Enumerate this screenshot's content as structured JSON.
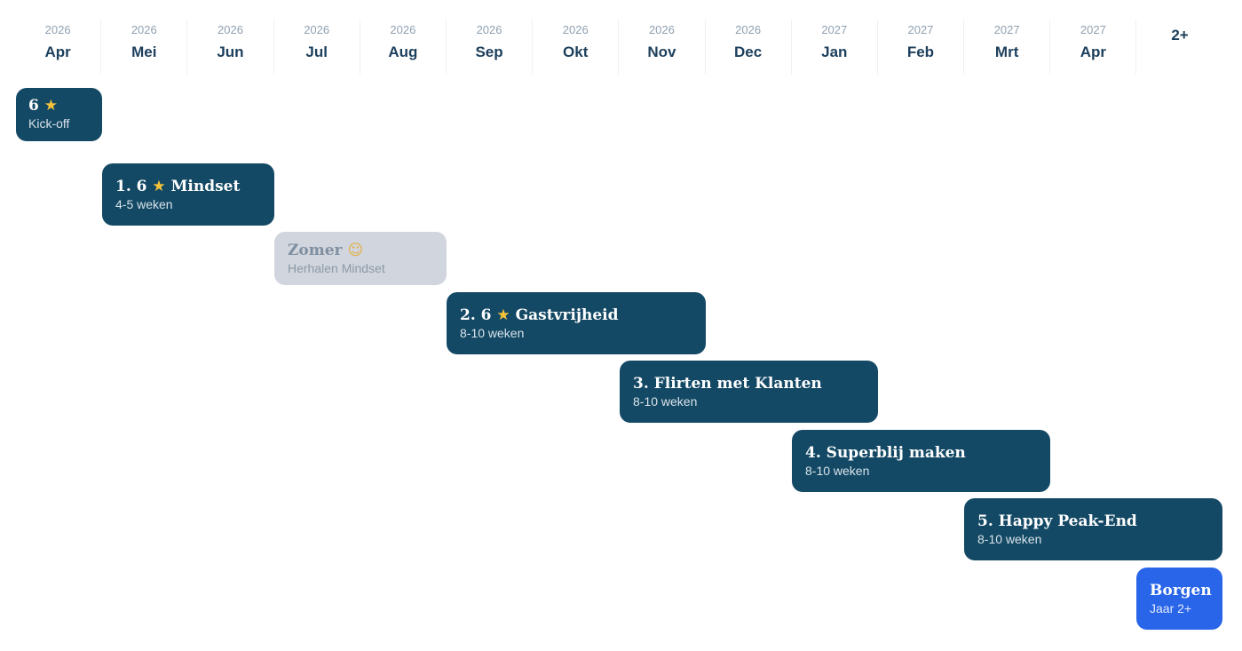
{
  "header": {
    "columns": [
      {
        "year": "2026",
        "month": "Apr"
      },
      {
        "year": "2026",
        "month": "Mei"
      },
      {
        "year": "2026",
        "month": "Jun"
      },
      {
        "year": "2026",
        "month": "Jul"
      },
      {
        "year": "2026",
        "month": "Aug"
      },
      {
        "year": "2026",
        "month": "Sep"
      },
      {
        "year": "2026",
        "month": "Okt"
      },
      {
        "year": "2026",
        "month": "Nov"
      },
      {
        "year": "2026",
        "month": "Dec"
      },
      {
        "year": "2027",
        "month": "Jan"
      },
      {
        "year": "2027",
        "month": "Feb"
      },
      {
        "year": "2027",
        "month": "Mrt"
      },
      {
        "year": "2027",
        "month": "Apr"
      }
    ],
    "last_column": "2+"
  },
  "icons": {
    "star": "star-icon",
    "smiley": "smiley-icon"
  },
  "colors": {
    "primary": "#144965",
    "faded": "#d1d5dd",
    "accent": "#2965e8",
    "star": "#f5c33a"
  },
  "tasks": {
    "kickoff": {
      "number": "6",
      "title": "",
      "subtitle": "Kick-off",
      "icon": "star"
    },
    "mindset": {
      "number": "1. 6",
      "title": "Mindset",
      "subtitle": "4-5 weken",
      "icon": "star"
    },
    "zomer": {
      "title": "Zomer",
      "subtitle": "Herhalen Mindset",
      "icon": "smiley"
    },
    "gastvrijheid": {
      "number": "2. 6",
      "title": "Gastvrijheid",
      "subtitle": "8-10 weken",
      "icon": "star"
    },
    "flirten": {
      "title": "3. Flirten met Klanten",
      "subtitle": "8-10 weken"
    },
    "superblij": {
      "title": "4. Superblij maken",
      "subtitle": "8-10 weken"
    },
    "peakend": {
      "title": "5. Happy Peak-End",
      "subtitle": "8-10 weken"
    },
    "borgen": {
      "title": "Borgen",
      "subtitle": "Jaar 2+"
    }
  }
}
